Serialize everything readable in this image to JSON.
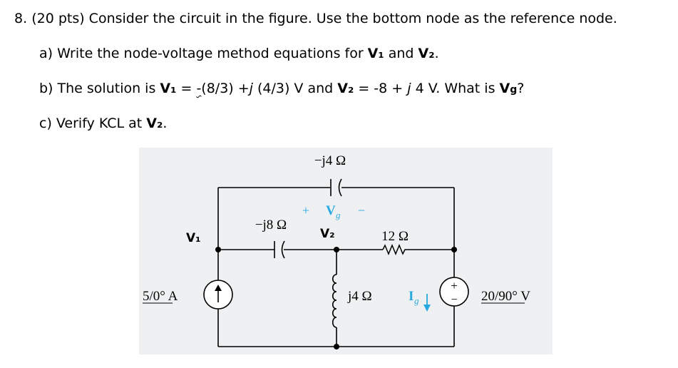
{
  "problem": {
    "number": "8.",
    "statement": "(20 pts) Consider the circuit in the figure. Use the bottom node as the reference node.",
    "part_a": {
      "label": "a)",
      "text_1": "Write the node-voltage method equations for ",
      "v1": "V₁",
      "text_2": " and ",
      "v2": "V₂",
      "text_3": "."
    },
    "part_b": {
      "label": "b)",
      "text_1": "The solution is ",
      "v1": "V₁",
      "text_2": " = ",
      "neg": "-",
      "text_3": "(8/3) +",
      "j1": "j",
      "text_4": " (4/3) V and ",
      "v2": "V₂",
      "text_5": " = -8 + ",
      "j2": "j",
      "text_6": " 4 V. What is ",
      "vg": "V",
      "vg_sub": "g",
      "text_7": "?"
    },
    "part_c": {
      "label": "c)",
      "text_1": "Verify KCL at ",
      "v2": "V₂",
      "text_2": "."
    }
  },
  "circuit": {
    "top_cap_label": "−j4 Ω",
    "vg_plus": "+",
    "vg_letter": "V",
    "vg_sub": "g",
    "vg_minus": "−",
    "left_cap_label": "−j8 Ω",
    "node_v1_label": "V₁",
    "node_v2_label": "V₂",
    "resistor_label": "12 Ω",
    "inductor_label": "j4 Ω",
    "current_source_label": "5/0° A",
    "ig_letter": "I",
    "ig_sub": "g",
    "voltage_source_label": "20/90° V",
    "vs_plus": "+",
    "vs_minus": "−",
    "colors": {
      "wire": "#000000",
      "blue_label": "#29a9e1",
      "background": "#eef0f1"
    }
  }
}
